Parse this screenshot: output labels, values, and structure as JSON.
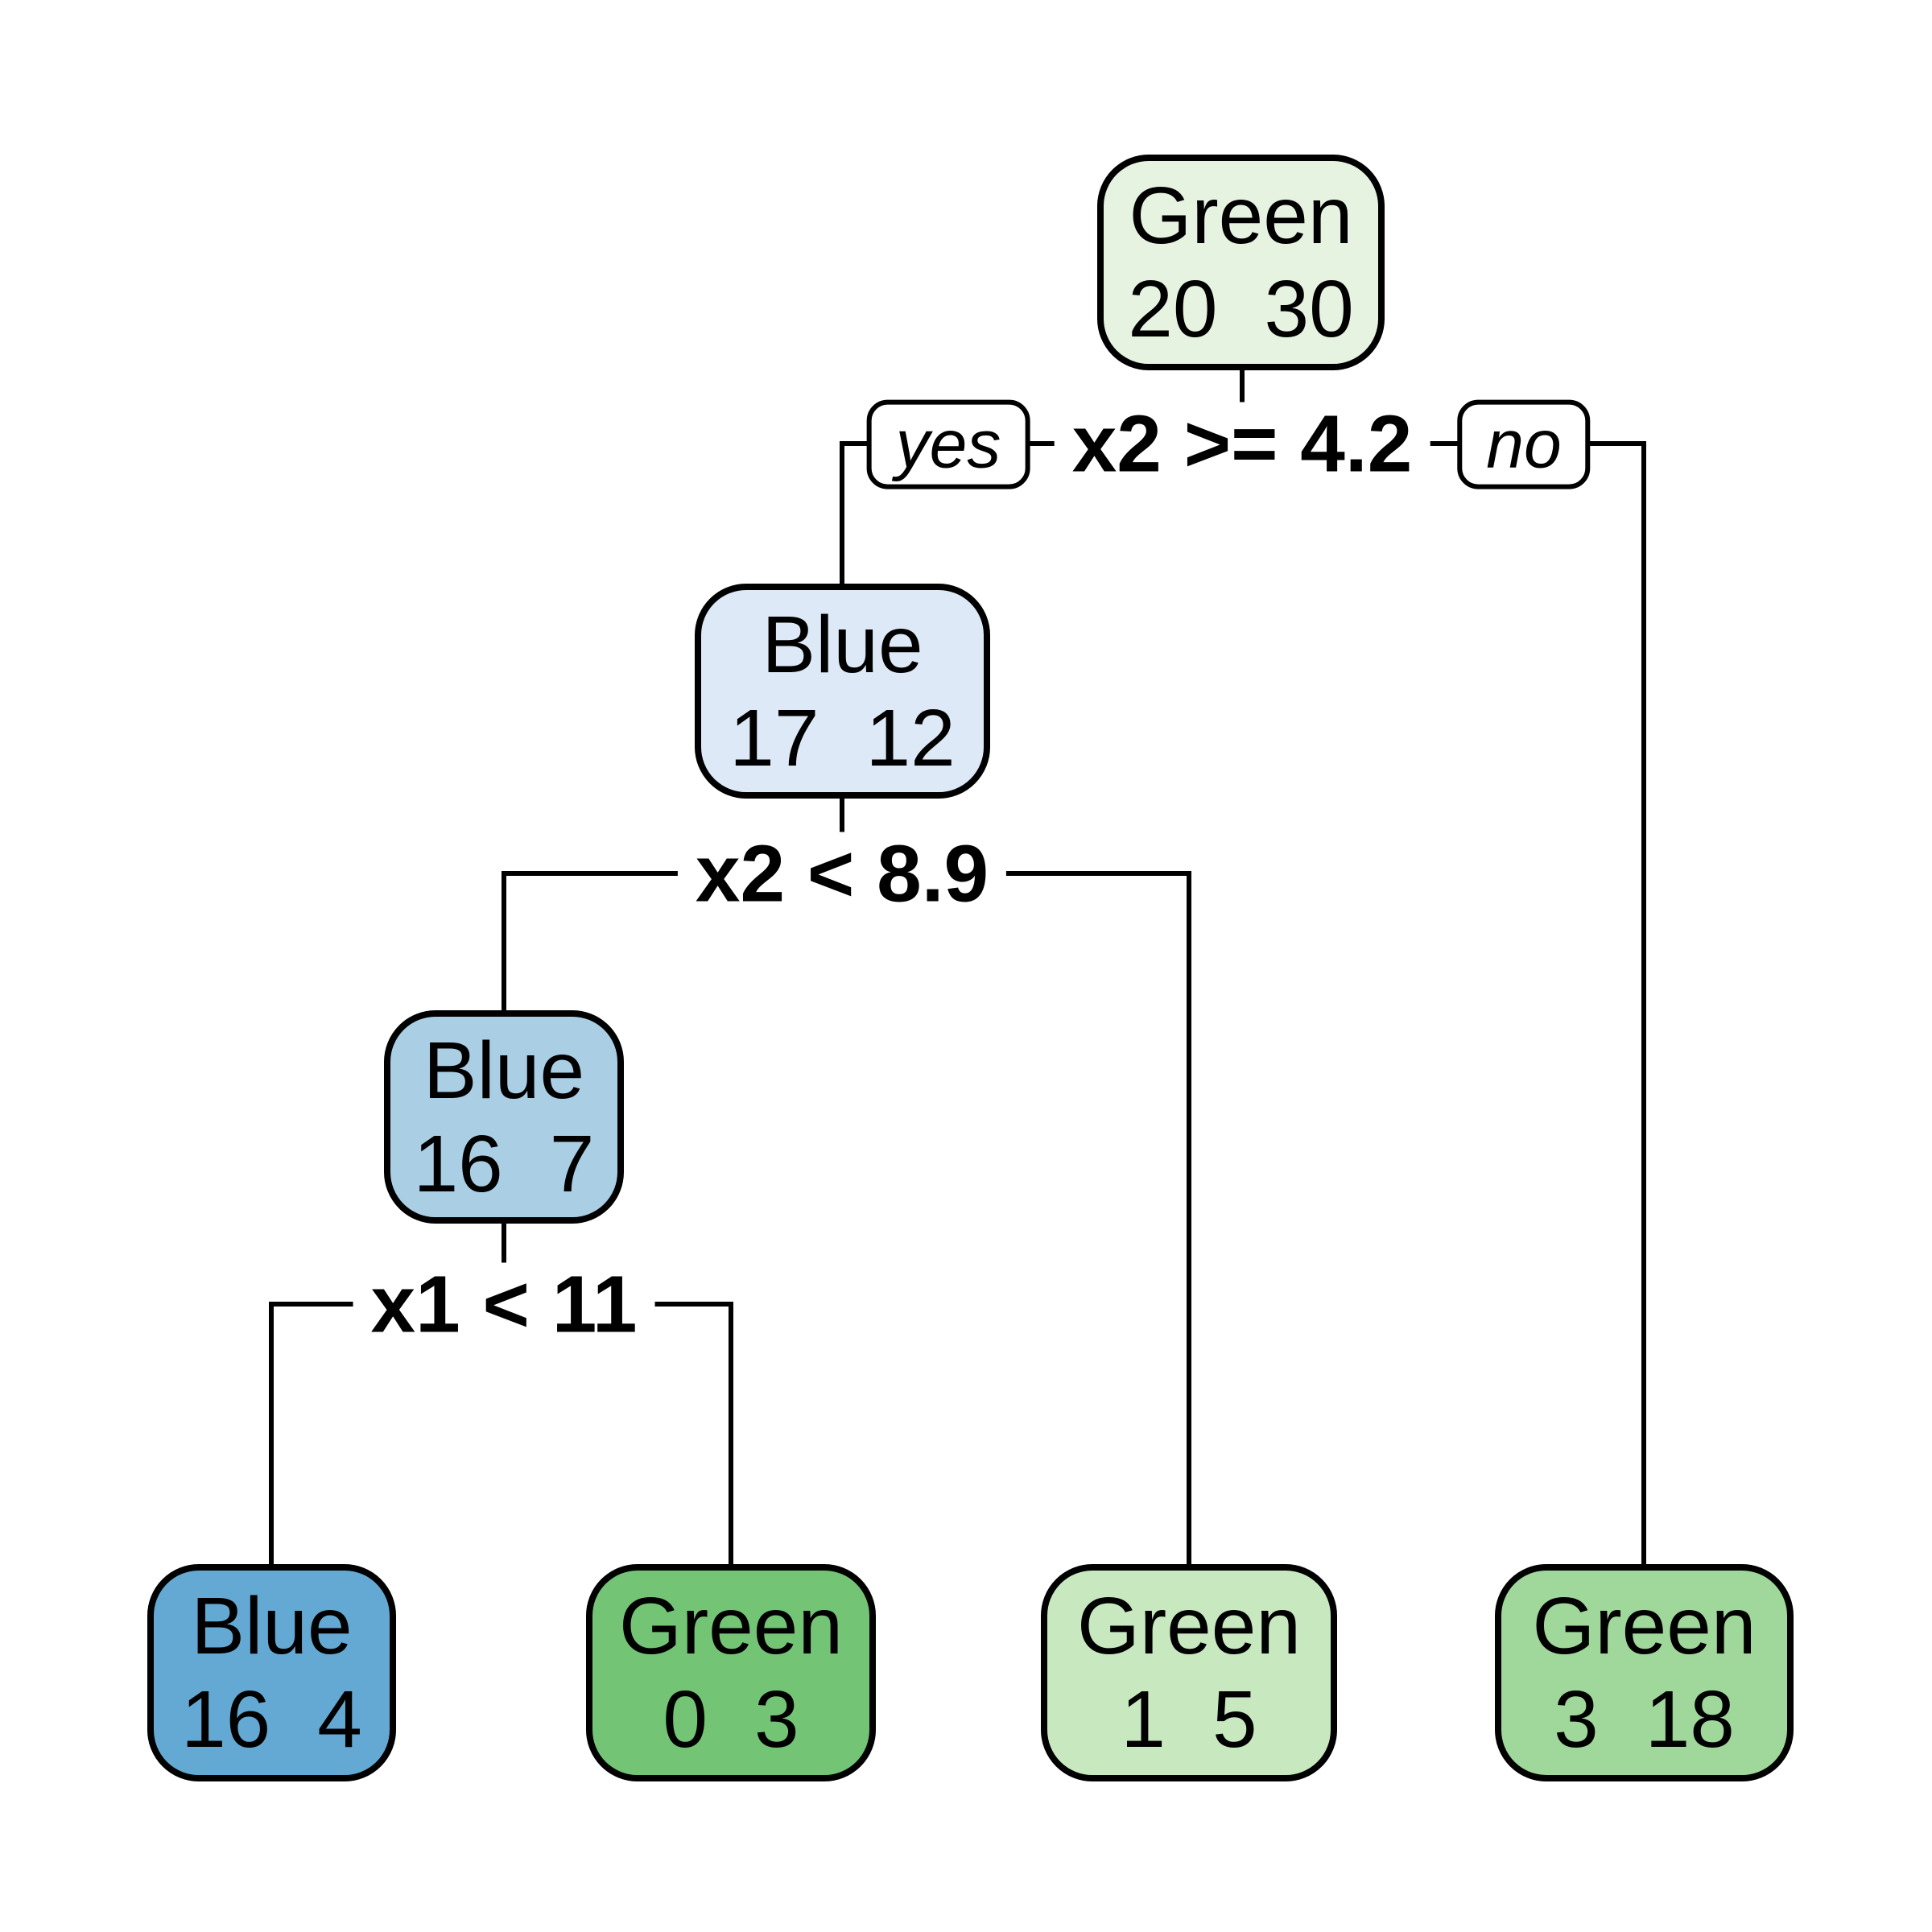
{
  "figure": {
    "background": "#ffffff",
    "edge_color": "#000000",
    "text_color": "#000000",
    "description": "Decision tree diagram with class-labeled nodes and split conditions"
  },
  "nodes": [
    {
      "id": "root",
      "label": "Green",
      "counts": [
        "20",
        "30"
      ],
      "color": "#e6f3e0"
    },
    {
      "id": "internal-blue-1",
      "label": "Blue",
      "counts": [
        "17",
        "12"
      ],
      "color": "#dde9f6"
    },
    {
      "id": "internal-blue-2",
      "label": "Blue",
      "counts": [
        "16",
        "7"
      ],
      "color": "#aacee4"
    },
    {
      "id": "leaf-blue",
      "label": "Blue",
      "counts": [
        "16",
        "4"
      ],
      "color": "#64a9d3"
    },
    {
      "id": "leaf-green-0-3",
      "label": "Green",
      "counts": [
        "0",
        "3"
      ],
      "color": "#74c476"
    },
    {
      "id": "leaf-green-1-5",
      "label": "Green",
      "counts": [
        "1",
        "5"
      ],
      "color": "#c8e9c0"
    },
    {
      "id": "leaf-green-3-18",
      "label": "Green",
      "counts": [
        "3",
        "18"
      ],
      "color": "#a0d79a"
    }
  ],
  "splits": [
    {
      "condition": "x2 >= 4.2"
    },
    {
      "condition": "x2 < 8.9"
    },
    {
      "condition": "x1 < 11"
    }
  ],
  "branch_labels": {
    "yes": "yes",
    "no": "no"
  }
}
